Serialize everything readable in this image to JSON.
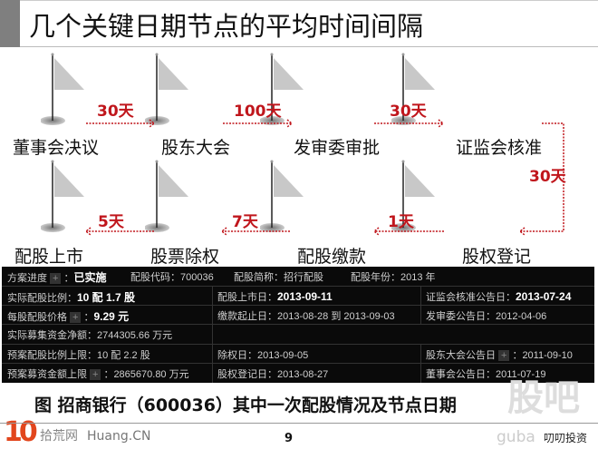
{
  "title": "几个关键日期节点的平均时间间隔",
  "nodes_row1": [
    "董事会决议",
    "股东大会",
    "发审委审批",
    "证监会核准"
  ],
  "nodes_row2": [
    "配股上市",
    "股票除权",
    "配股缴款",
    "股权登记"
  ],
  "intervals_row1": [
    "30天",
    "100天",
    "30天"
  ],
  "interval_turn": "30天",
  "intervals_row2": [
    "5天",
    "7天",
    "1天"
  ],
  "accent_color": "#c0161c",
  "table": {
    "r0": {
      "a_label": "方案进度",
      "a_value": "已实施",
      "b": "配股代码：700036",
      "c": "配股简称：招行配股",
      "d": "配股年份：2013 年"
    },
    "r1": {
      "a_label": "实际配股比例：",
      "a_value": "10 配 1.7 股",
      "b_label": "配股上市日：",
      "b_value": "2013-09-11",
      "c_label": "证监会核准公告日：",
      "c_value": "2013-07-24"
    },
    "r2": {
      "a_label": "每股配股价格",
      "a_value": "9.29 元",
      "b": "缴款起止日：2013-08-28 到 2013-09-03",
      "c": "发审委公告日：2012-04-06"
    },
    "r3": {
      "a": "实际募集资金净额：2744305.66 万元"
    },
    "r4": {
      "a": "预案配股比例上限：10 配 2.2 股",
      "b": "除权日：2013-09-05",
      "c_label": "股东大会公告日",
      "c_value": "2011-09-10"
    },
    "r5": {
      "a_label": "预案募资金额上限",
      "a_value": "2865670.80 万元",
      "b": "股权登记日：2013-08-27",
      "c": "董事会公告日：2011-07-19"
    },
    "plus": "+",
    "colon": "："
  },
  "caption": "图  招商银行（600036）其中一次配股情况及节点日期",
  "page_number": "9",
  "footer_author": "叨叨投资",
  "watermark_left": {
    "num": "10",
    "cn": "拾荒网",
    "en": "Huang.CN"
  },
  "watermark_right": {
    "cn": "股吧",
    "en": "guba"
  }
}
